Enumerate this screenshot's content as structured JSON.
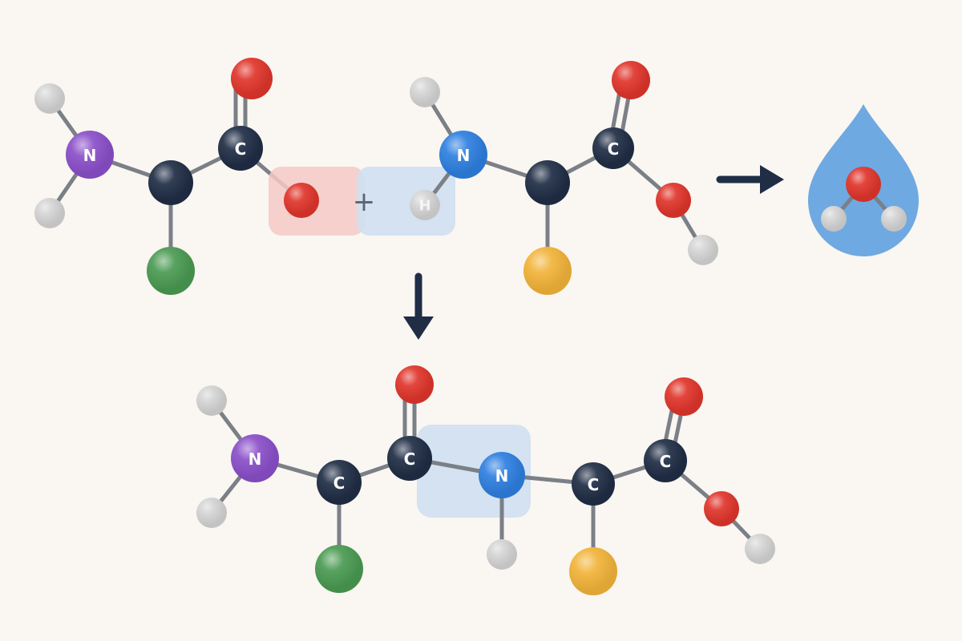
{
  "colors": {
    "background": "#faf6f1",
    "carbon": "#1f2d45",
    "oxygen": "#e0352b",
    "nitrogen_reactant": "#8a4fc9",
    "nitrogen_peptide": "#2e7fe0",
    "hydrogen": "#d4d4d4",
    "side_chain_1": "#4a9a52",
    "side_chain_2": "#f2b43a",
    "removed_oh_highlight": "#f4c9c6",
    "removed_h_highlight": "#cfe0f1",
    "peptide_bond_highlight": "#cfe0f1",
    "water_drop": "#6fa9e2",
    "arrow": "#1f2d45",
    "bond": "#7b8087"
  },
  "labels": {
    "nitrogen": "N",
    "carbon": "C",
    "hydrogen": "H",
    "plus": "+"
  },
  "icons": {
    "reaction_arrow_right": "arrow-right-icon",
    "reaction_arrow_down": "arrow-down-icon",
    "water_molecule": "water-drop-icon"
  }
}
